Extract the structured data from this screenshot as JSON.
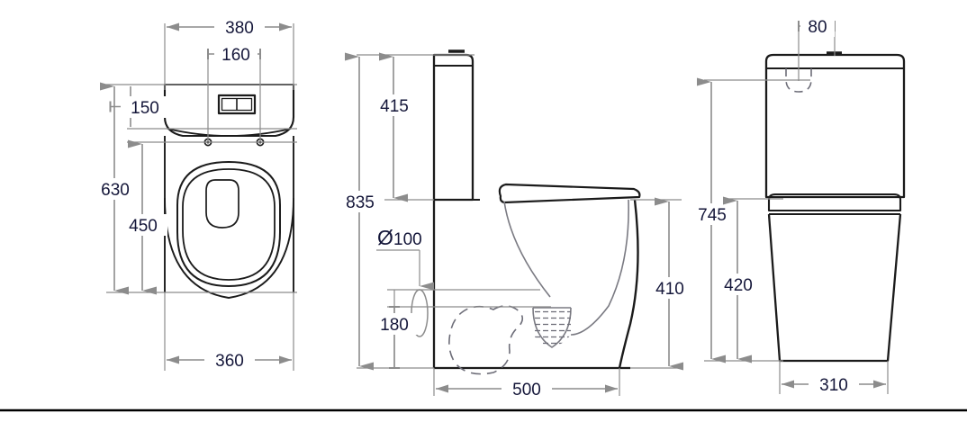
{
  "drawing": {
    "title": "Toilet suite technical dimension drawing",
    "units": "mm",
    "line_color": "#1b1b1b",
    "dim_line_color": "#8c8c8c",
    "text_color": "#15173a",
    "background": "#ffffff",
    "border_color": "#000000"
  },
  "views": {
    "front": {
      "name": "front-elevation",
      "dimensions": {
        "overall_width": "380",
        "button_spacing": "160",
        "cistern_height": "150",
        "total_height": "630",
        "seat_height": "450",
        "pan_width": "360"
      },
      "features": {
        "flush_button": "dual-flush-button",
        "fixing_hole_left": "fixing-hole",
        "fixing_hole_right": "fixing-hole",
        "seat": "toilet-seat-outline"
      }
    },
    "side": {
      "name": "side-elevation",
      "dimensions": {
        "total_height": "835",
        "cistern_height": "415",
        "outlet_diameter_symbol": "Ø",
        "outlet_diameter": "100",
        "outlet_centre_height": "180",
        "bowl_height": "410",
        "overall_depth": "500"
      },
      "features": {
        "trapway": "trapway-hidden-outline",
        "water_level": "water-hatch",
        "soil_outlet": "outlet-pipe-ellipse",
        "seat_profile": "seat-lid-profile"
      }
    },
    "rear": {
      "name": "rear-elevation",
      "dimensions": {
        "inlet_offset": "80",
        "total_height": "745",
        "pan_height": "420",
        "pan_width": "310"
      },
      "features": {
        "inlet_valve": "inlet-hidden-outline",
        "lid_knob": "cistern-lid-knob"
      }
    }
  }
}
